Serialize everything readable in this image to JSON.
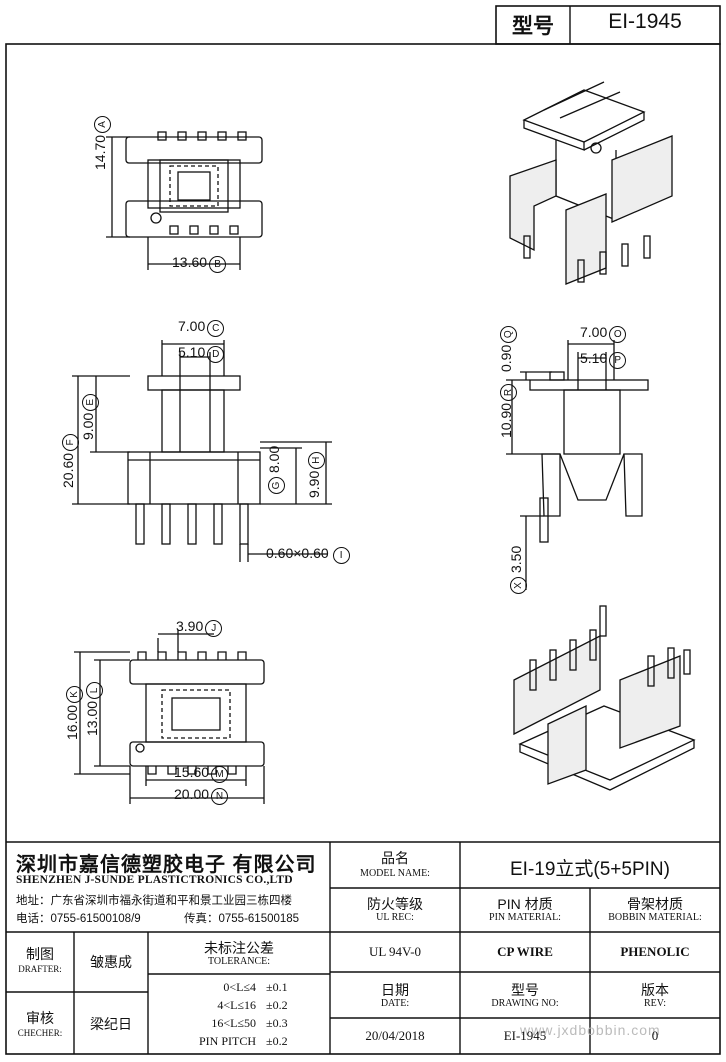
{
  "header": {
    "model_label": "型号",
    "model_value": "EI-1945"
  },
  "dimensions": {
    "top_height": "14.70",
    "top_height_id": "A",
    "top_width": "13.60",
    "top_width_id": "B",
    "front_outer": "7.00",
    "front_outer_id": "C",
    "front_inner": "5.10",
    "front_inner_id": "D",
    "front_upper": "9.00",
    "front_upper_id": "E",
    "front_total": "20.60",
    "front_total_id": "F",
    "front_base": "8.00",
    "front_base_id": "G",
    "front_base2": "9.90",
    "front_base2_id": "H",
    "pin_section": "0.60×0.60",
    "pin_section_id": "I",
    "side_top": "0.90",
    "side_top_id": "Q",
    "side_outer": "7.00",
    "side_outer_id": "O",
    "side_inner": "5.10",
    "side_inner_id": "P",
    "side_height": "10.90",
    "side_height_id": "R",
    "side_pin": "3.50",
    "side_pin_id": "X",
    "bottom_pitch": "3.90",
    "bottom_pitch_id": "J",
    "bottom_depth_outer": "16.00",
    "bottom_depth_outer_id": "K",
    "bottom_depth_inner": "13.00",
    "bottom_depth_inner_id": "L",
    "bottom_width_inner": "15.60",
    "bottom_width_inner_id": "M",
    "bottom_width_outer": "20.00",
    "bottom_width_outer_id": "N"
  },
  "company": {
    "name_cn": "深圳市嘉信德塑胶电子 有限公司",
    "name_en": "SHENZHEN J-SUNDE PLASTICTRONICS CO.,LTD",
    "address": "地址：广东省深圳市福永街道和平和景工业园三栋四楼",
    "phone": "电话：0755-61500108/9",
    "fax": "传真：0755-61500185"
  },
  "titleblock": {
    "model_name_cn": "品名",
    "model_name_en": "MODEL NAME:",
    "model_name_value": "EI-19立式(5+5PIN)",
    "ul_cn": "防火等级",
    "ul_en": "UL REC:",
    "ul_value": "UL 94V-0",
    "pin_cn": "PIN 材质",
    "pin_en": "PIN MATERIAL:",
    "pin_value": "CP WIRE",
    "bobbin_cn": "骨架材质",
    "bobbin_en": "BOBBIN MATERIAL:",
    "bobbin_value": "PHENOLIC",
    "drafter_cn": "制图",
    "drafter_en": "DRAFTER:",
    "drafter_value": "皱惠成",
    "checker_cn": "审核",
    "checker_en": "CHECHER:",
    "checker_value": "梁纪日",
    "tolerance_cn": "未标注公差",
    "tolerance_en": "TOLERANCE:",
    "tolerance_rows": [
      {
        "range": "0<L≤4",
        "value": "±0.1"
      },
      {
        "range": "4<L≤16",
        "value": "±0.2"
      },
      {
        "range": "16<L≤50",
        "value": "±0.3"
      },
      {
        "range": "PIN PITCH",
        "value": "±0.2"
      }
    ],
    "date_cn": "日期",
    "date_en": "DATE:",
    "date_value": "20/04/2018",
    "drawing_cn": "型号",
    "drawing_en": "DRAWING NO:",
    "drawing_value": "EI-1945",
    "rev_cn": "版本",
    "rev_en": "REV:",
    "rev_value": "0"
  },
  "watermark": "www.jxdbobbin.com"
}
